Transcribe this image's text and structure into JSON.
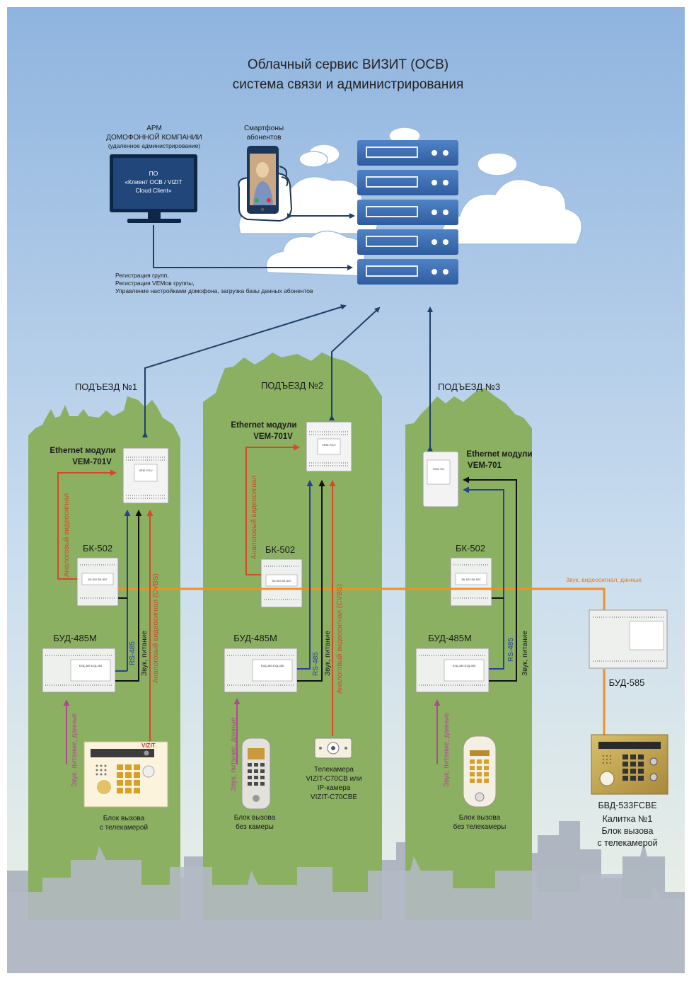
{
  "title": {
    "line1": "Облачный сервис ВИЗИТ (ОСВ)",
    "line2": "система связи и администрирования"
  },
  "arm": {
    "title1": "АРМ",
    "title2": "ДОМОФОННОЙ КОМПАНИИ",
    "subtitle": "(удаленное администрирование)",
    "screen1": "ПО",
    "screen2": "«Клиент ОСВ / VIZIT",
    "screen3": "Cloud Client»"
  },
  "phones": {
    "line1": "Смартфоны",
    "line2": "абонентов"
  },
  "registration": {
    "line1": "Регистрация групп,",
    "line2": "Регистрация VEMов группы,",
    "line3": "Управление настройками домофона, загрузка базы данных абонентов"
  },
  "entrances": [
    "ПОДЪЕЗД №1",
    "ПОДЪЕЗД №2",
    "ПОДЪЕЗД №3"
  ],
  "ethernet": {
    "a1": "Ethernet модули",
    "a2": "VEM-701V",
    "b1": "Ethernet модули",
    "b2": "VEM-701V",
    "c1": "Ethernet модули",
    "c2": "VEM-701"
  },
  "vem_face": {
    "v1": "VEM-701V",
    "v2": "VEM-701V",
    "v3": "VEM-701"
  },
  "devices": {
    "bk": "БК-502",
    "bud": "БУД-485М",
    "bud585": "БУД-585",
    "bk_face": "БК-502 БК-502",
    "bud_face": "БУД-485 БУД-485"
  },
  "signals": {
    "analog": "Аналоговый видеосигнал",
    "analog_cvbs": "Аналоговый видеосигнал   (CVBS)",
    "rs485": "RS-485",
    "sound_power": "Звук, питание",
    "sound_power_data": "Звук, питание, данные",
    "bus": "Звук, видеосигнал, данные"
  },
  "callers": {
    "c1a": "Блок вызова",
    "c1b": "с телекамерой",
    "c2a": "Блок вызова",
    "c2b": "без камеры",
    "cam1": "Телекамера",
    "cam2": "VIZIT-C70CB или",
    "cam3": "IP-камера",
    "cam4": "VIZIT-C70CBE",
    "c3a": "Блок вызова",
    "c3b": "без телекамеры"
  },
  "gate": {
    "line1": "БВД-533FCBE",
    "line2": "Калитка №1",
    "line3": "Блок вызова",
    "line4": "с телекамерой"
  },
  "brand": "VIZIT",
  "colors": {
    "sky_top": "#8fb4df",
    "sky_bottom": "#e4ecd9",
    "building": "#8bb062",
    "city": "#a9b0bc",
    "server": "#3b6cb0",
    "arrow_blue": "#1f3f6a",
    "red": "#d9462a",
    "orange": "#f0902a",
    "purple": "#b0498f",
    "rs485": "#2a3f9a"
  }
}
